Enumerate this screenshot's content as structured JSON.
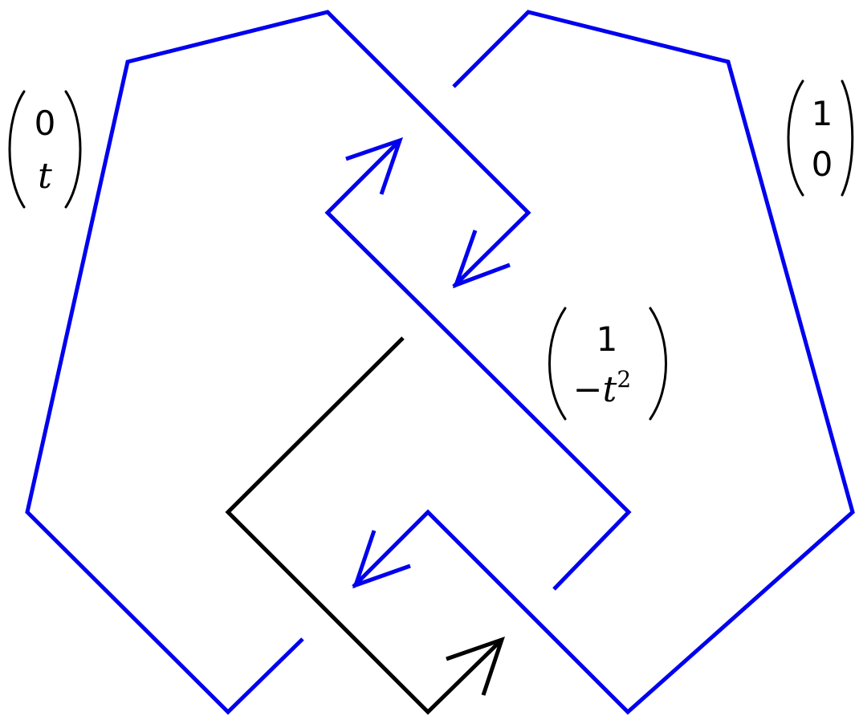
{
  "diagram": {
    "colors": {
      "blue_strand": "#0000ee",
      "black_strand": "#000000",
      "label_text": "#000000"
    },
    "labels": {
      "left": {
        "top": "0",
        "bottom": "t"
      },
      "right": {
        "top": "1",
        "bottom": "0"
      },
      "center": {
        "top": "1",
        "bottom": "−t",
        "bottom_exponent": "2"
      }
    }
  }
}
